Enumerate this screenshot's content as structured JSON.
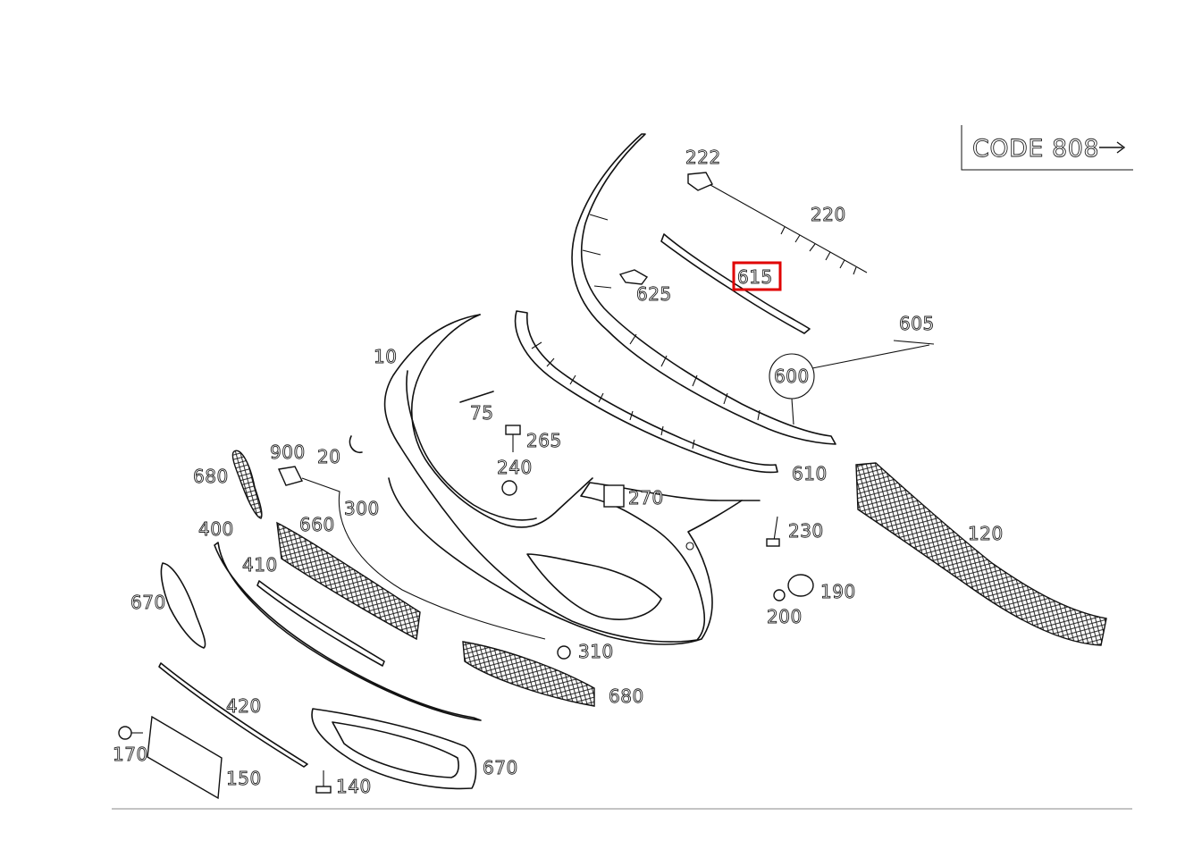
{
  "code_label": "CODE 808",
  "highlighted_part": "615",
  "parts": [
    {
      "id": "222",
      "label": "222"
    },
    {
      "id": "220",
      "label": "220"
    },
    {
      "id": "615",
      "label": "615"
    },
    {
      "id": "625",
      "label": "625"
    },
    {
      "id": "605",
      "label": "605"
    },
    {
      "id": "600",
      "label": "600"
    },
    {
      "id": "10",
      "label": "10"
    },
    {
      "id": "75",
      "label": "75"
    },
    {
      "id": "265",
      "label": "265"
    },
    {
      "id": "240",
      "label": "240"
    },
    {
      "id": "270",
      "label": "270"
    },
    {
      "id": "610",
      "label": "610"
    },
    {
      "id": "900",
      "label": "900"
    },
    {
      "id": "20",
      "label": "20"
    },
    {
      "id": "680a",
      "label": "680"
    },
    {
      "id": "300",
      "label": "300"
    },
    {
      "id": "230",
      "label": "230"
    },
    {
      "id": "120",
      "label": "120"
    },
    {
      "id": "400",
      "label": "400"
    },
    {
      "id": "660",
      "label": "660"
    },
    {
      "id": "410",
      "label": "410"
    },
    {
      "id": "190",
      "label": "190"
    },
    {
      "id": "200",
      "label": "200"
    },
    {
      "id": "670a",
      "label": "670"
    },
    {
      "id": "310",
      "label": "310"
    },
    {
      "id": "680b",
      "label": "680"
    },
    {
      "id": "420",
      "label": "420"
    },
    {
      "id": "170",
      "label": "170"
    },
    {
      "id": "150",
      "label": "150"
    },
    {
      "id": "140",
      "label": "140"
    },
    {
      "id": "670b",
      "label": "670"
    }
  ]
}
